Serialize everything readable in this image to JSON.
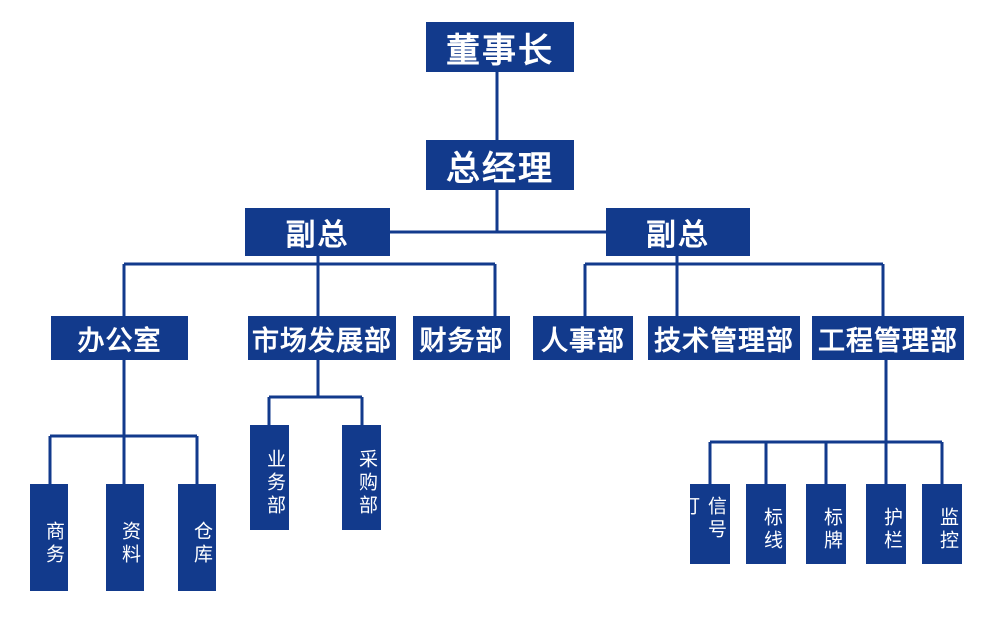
{
  "chairman": "董事长",
  "gm": "总经理",
  "vp_left": "副总",
  "vp_right": "副总",
  "departments": {
    "office": "办公室",
    "market": "市场发展部",
    "finance": "财务部",
    "hr": "人事部",
    "tech": "技术管理部",
    "engineering": "工程管理部"
  },
  "office_units": [
    "商务",
    "资料",
    "仓库"
  ],
  "market_units": [
    "业务部",
    "采购部"
  ],
  "engineering_units": [
    "信号灯",
    "标线",
    "标牌",
    "护栏",
    "监控"
  ],
  "colors": {
    "box": "#123a8c",
    "line": "#123a8c",
    "text": "#ffffff"
  }
}
